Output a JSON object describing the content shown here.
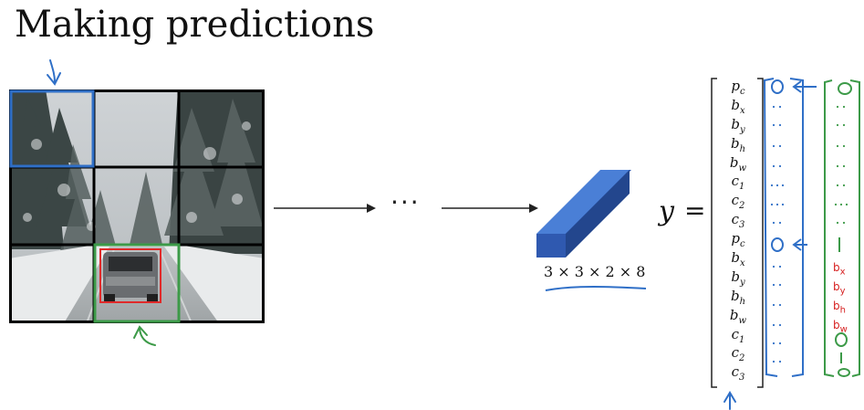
{
  "title": "Making predictions",
  "flow": {
    "ellipsis": "···"
  },
  "output_volume": {
    "dims": "3 × 3 × 2 × 8"
  },
  "output_vector": {
    "label": "y",
    "equals": "=",
    "rows": [
      {
        "base": "p",
        "sub": "c"
      },
      {
        "base": "b",
        "sub": "x"
      },
      {
        "base": "b",
        "sub": "y"
      },
      {
        "base": "b",
        "sub": "h"
      },
      {
        "base": "b",
        "sub": "w"
      },
      {
        "base": "c",
        "sub": "1"
      },
      {
        "base": "c",
        "sub": "2"
      },
      {
        "base": "c",
        "sub": "3"
      },
      {
        "base": "p",
        "sub": "c"
      },
      {
        "base": "b",
        "sub": "x"
      },
      {
        "base": "b",
        "sub": "y"
      },
      {
        "base": "b",
        "sub": "h"
      },
      {
        "base": "b",
        "sub": "w"
      },
      {
        "base": "c",
        "sub": "1"
      },
      {
        "base": "c",
        "sub": "2"
      },
      {
        "base": "c",
        "sub": "3"
      }
    ]
  },
  "annotations": {
    "green_labels": [
      "b",
      "b",
      "b",
      "b"
    ],
    "green_subs": [
      "x",
      "y",
      "h",
      "w"
    ]
  },
  "colors": {
    "blue": "#2f6fc7",
    "green": "#3c9a48",
    "red": "#d62020",
    "cube_front": "#2f59b0",
    "cube_top": "#4a7fd6",
    "cube_side": "#23468d"
  }
}
